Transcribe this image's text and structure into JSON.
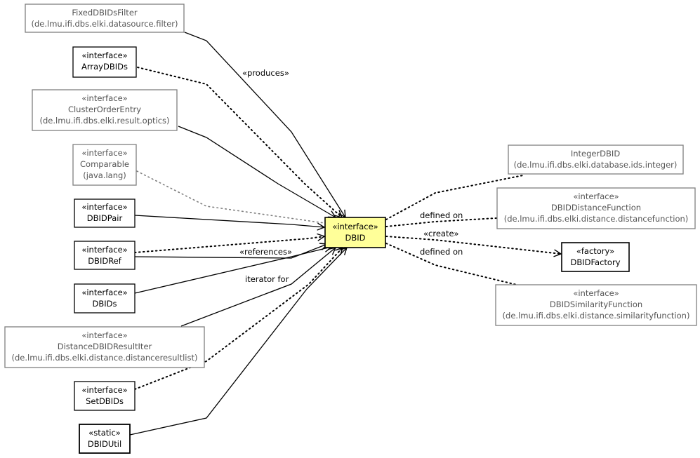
{
  "nodes": {
    "fixed_dbids_filter": {
      "name": "FixedDBIDsFilter",
      "package": "(de.lmu.ifi.dbs.elki.datasource.filter)"
    },
    "array_dbids": {
      "stereotype": "«interface»",
      "name": "ArrayDBIDs"
    },
    "cluster_order_entry": {
      "stereotype": "«interface»",
      "name": "ClusterOrderEntry",
      "package": "(de.lmu.ifi.dbs.elki.result.optics)"
    },
    "comparable": {
      "stereotype": "«interface»",
      "name": "Comparable",
      "package": "(java.lang)"
    },
    "dbid_pair": {
      "stereotype": "«interface»",
      "name": "DBIDPair"
    },
    "dbid_ref": {
      "stereotype": "«interface»",
      "name": "DBIDRef"
    },
    "dbids": {
      "stereotype": "«interface»",
      "name": "DBIDs"
    },
    "distance_dbid_result_iter": {
      "stereotype": "«interface»",
      "name": "DistanceDBIDResultIter",
      "package": "(de.lmu.ifi.dbs.elki.distance.distanceresultlist)"
    },
    "set_dbids": {
      "stereotype": "«interface»",
      "name": "SetDBIDs"
    },
    "dbid_util": {
      "stereotype": "«static»",
      "name": "DBIDUtil"
    },
    "dbid": {
      "stereotype": "«interface»",
      "name": "DBID"
    },
    "integer_dbid": {
      "name": "IntegerDBID",
      "package": "(de.lmu.ifi.dbs.elki.database.ids.integer)"
    },
    "dbid_distance_function": {
      "stereotype": "«interface»",
      "name": "DBIDDistanceFunction",
      "package": "(de.lmu.ifi.dbs.elki.distance.distancefunction)"
    },
    "dbid_factory": {
      "stereotype": "«factory»",
      "name": "DBIDFactory"
    },
    "dbid_similarity_function": {
      "stereotype": "«interface»",
      "name": "DBIDSimilarityFunction",
      "package": "(de.lmu.ifi.dbs.elki.distance.similarityfunction)"
    }
  },
  "edge_labels": {
    "produces": "«produces»",
    "references": "«references»",
    "iterator_for": "iterator for",
    "defined_on_1": "defined on",
    "create": "«create»",
    "defined_on_2": "defined on"
  }
}
